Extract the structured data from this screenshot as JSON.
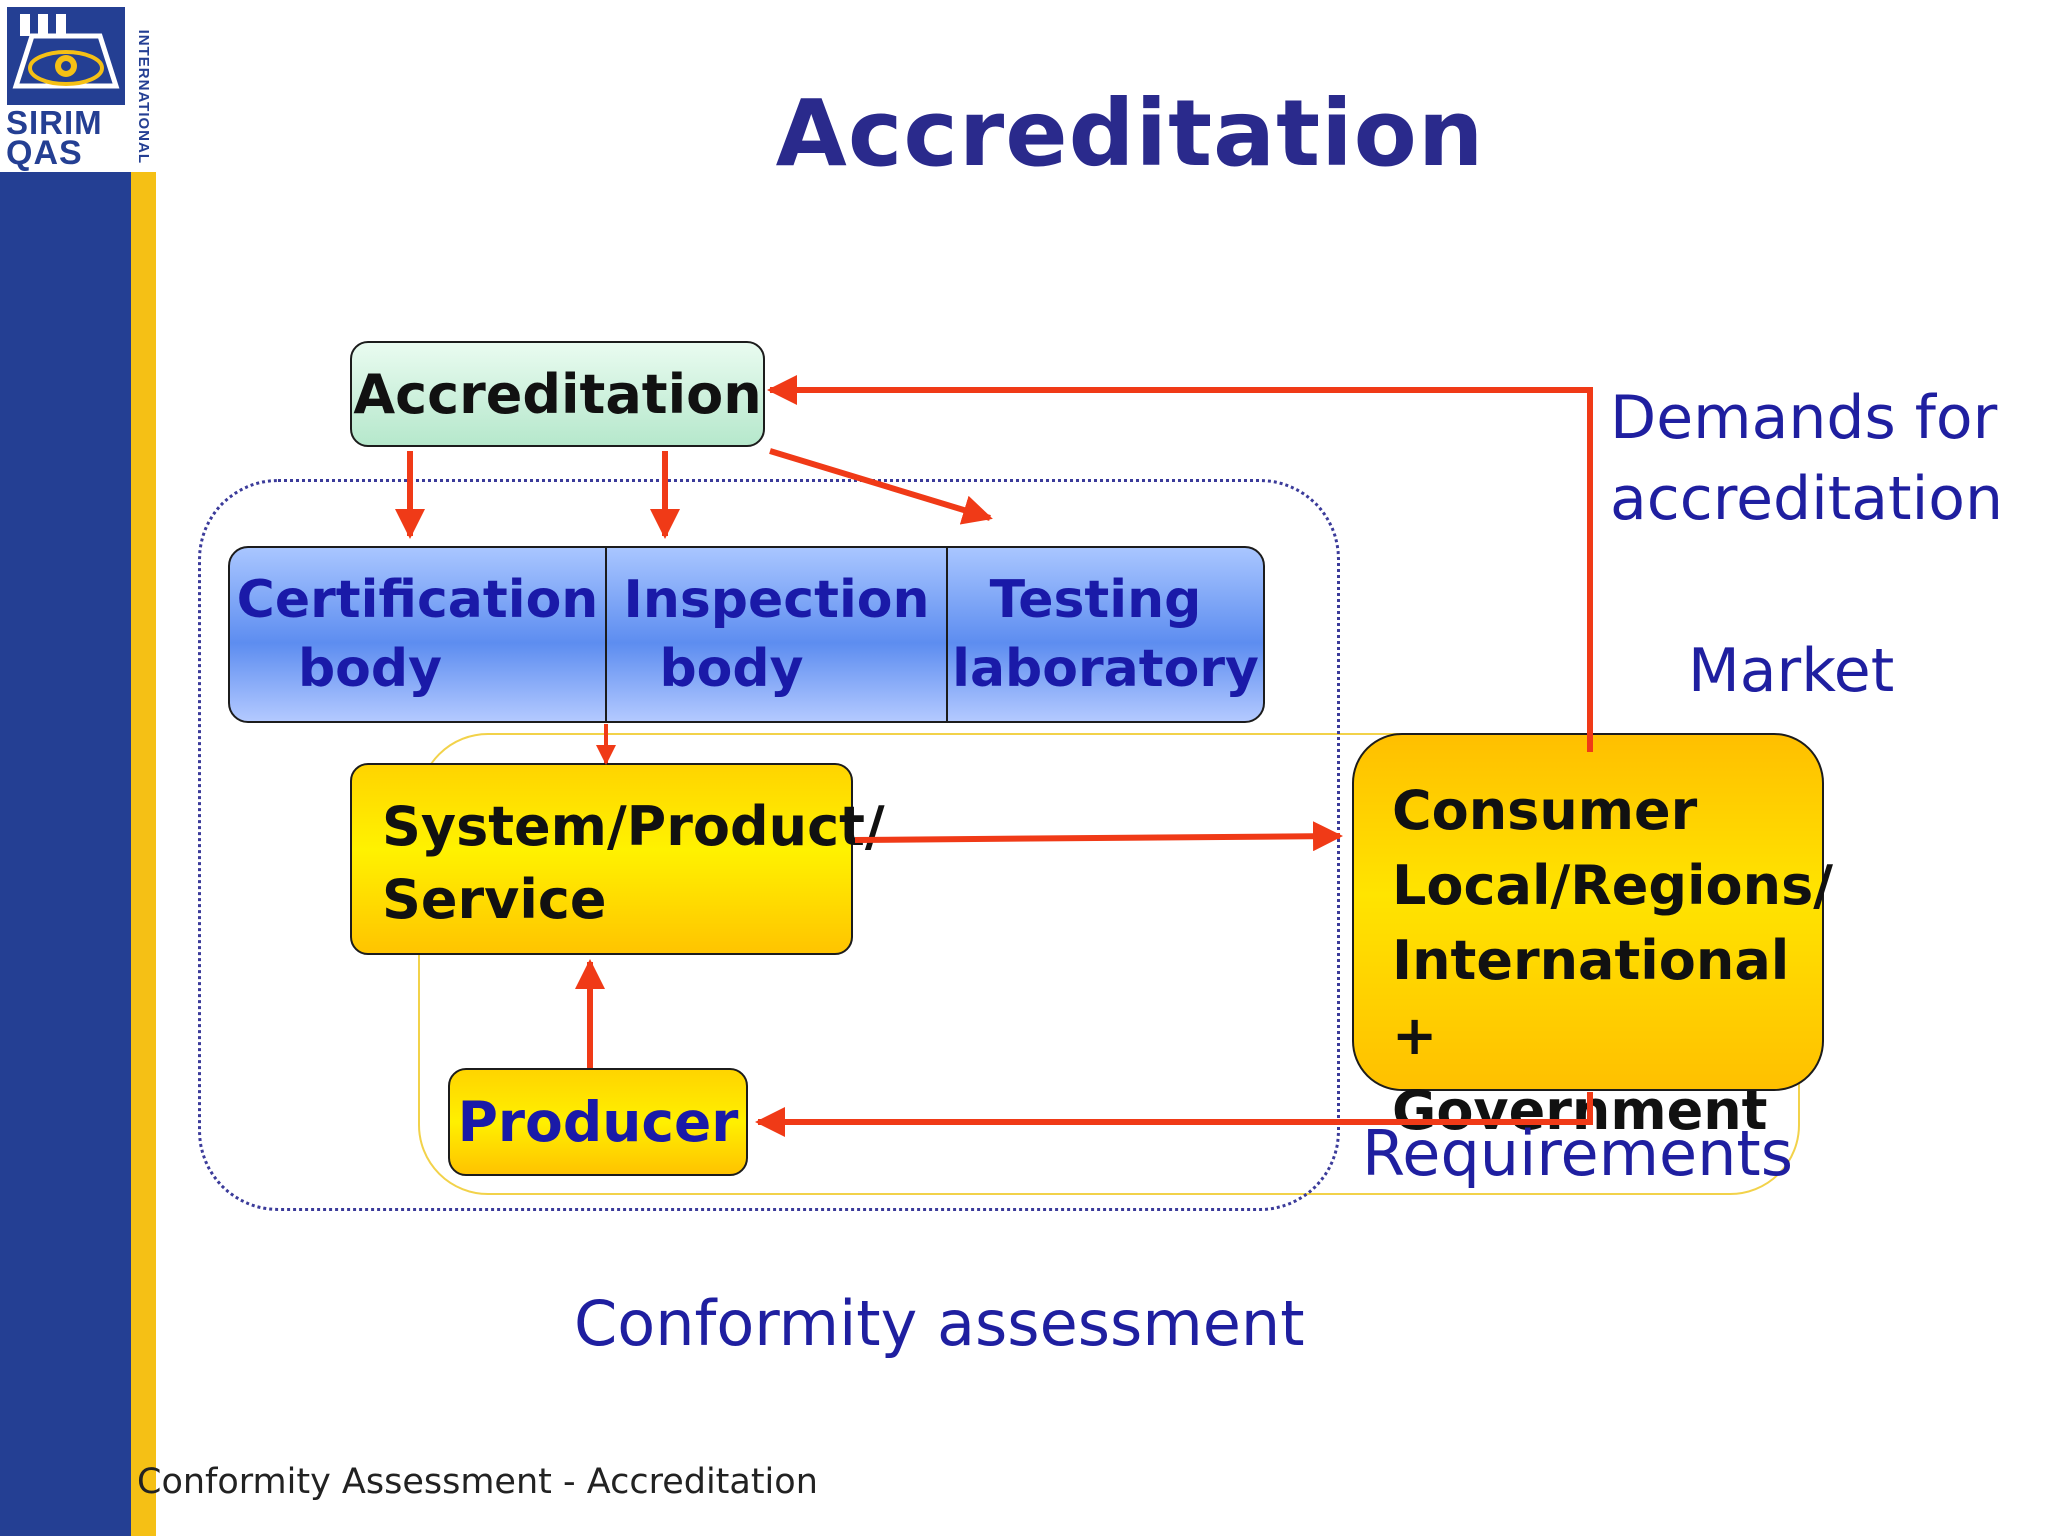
{
  "logo": {
    "word1": "SIRIM",
    "word2": "QAS",
    "vertical_text": "INTERNATIONAL"
  },
  "title": "Accreditation",
  "diagram": {
    "accreditation_box": "Accreditation",
    "bodies": [
      {
        "line1": "Certification",
        "line2": "body"
      },
      {
        "line1": "Inspection",
        "line2": "body"
      },
      {
        "line1": "Testing",
        "line2": "laboratory"
      }
    ],
    "product_box": {
      "line1": "System/Product/",
      "line2": "Service"
    },
    "producer_box": "Producer",
    "consumer_box": {
      "line1": "Consumer",
      "line2": "Local/Regions/",
      "line3": "International +",
      "line4": "Government"
    },
    "labels": {
      "demands_line1": "Demands for",
      "demands_line2": "accreditation",
      "market": "Market",
      "requirements": "Requirements",
      "conformity_assessment": "Conformity assessment"
    }
  },
  "footer": "Conformity Assessment - Accreditation",
  "colors": {
    "brand_blue": "#243f93",
    "brand_yellow": "#f5c015",
    "title_text": "#2a2a8c",
    "label_text": "#1f1fa0",
    "arrow_red": "#f03a17",
    "box_yellow": "#ffe400",
    "box_blue": "#5d8df0",
    "box_green": "#c8f0da"
  }
}
